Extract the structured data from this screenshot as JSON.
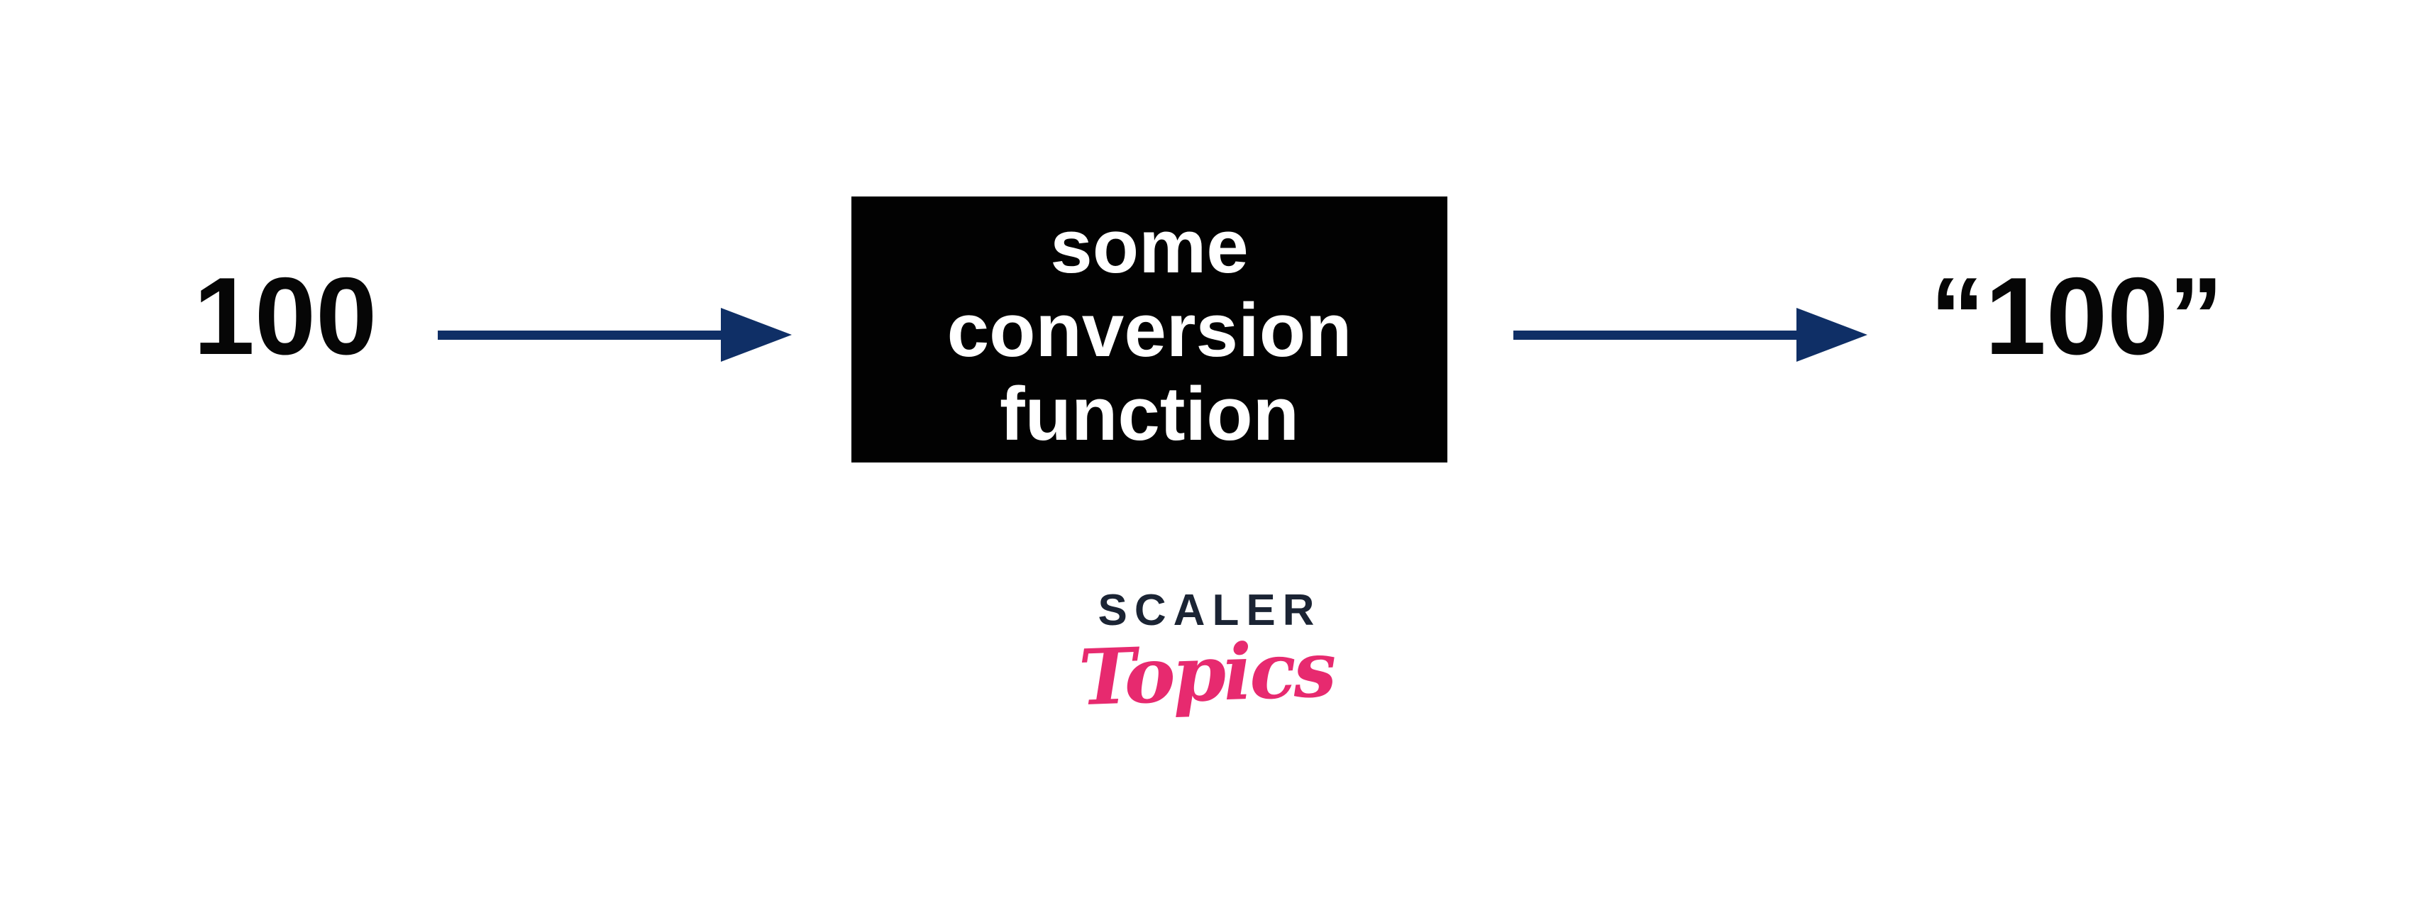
{
  "diagram": {
    "input_value": "100",
    "output_value": "“100”",
    "box_lines": {
      "line1": "some",
      "line2": "conversion",
      "line3": "function"
    },
    "colors": {
      "arrow_navy": "#0f2f66",
      "box_background": "#020202",
      "box_text": "#ffffff",
      "operand_text": "#060606",
      "logo_navy": "#1b2434",
      "logo_pink": "#e72a6f",
      "page_background": "#ffffff"
    }
  },
  "logo": {
    "brand": "SCALER",
    "sub": "Topics"
  }
}
